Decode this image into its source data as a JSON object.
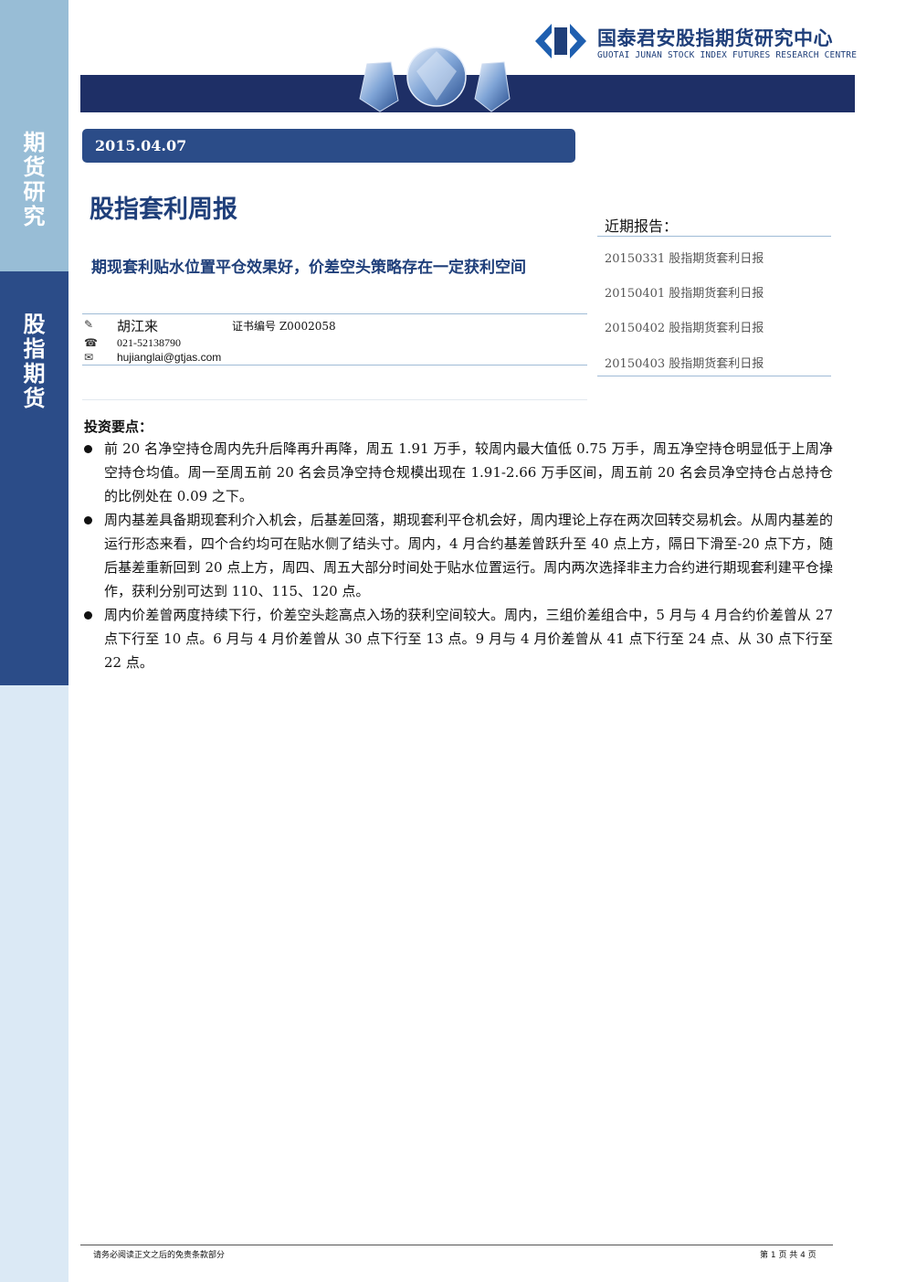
{
  "sidebar": {
    "top_label": [
      "期",
      "货",
      "研",
      "究"
    ],
    "mid_label": [
      "股",
      "指",
      "期",
      "货"
    ]
  },
  "header": {
    "org_cn": "国泰君安股指期货研究中心",
    "org_en": "GUOTAI JUNAN STOCK INDEX FUTURES RESEARCH CENTRE",
    "colors": {
      "brand": "#1f3f7a",
      "banner": "#1e2f66",
      "accent": "#2b4c88"
    }
  },
  "report": {
    "date": "2015.04.07",
    "title": "股指套利周报",
    "subtitle": "期现套利贴水位置平仓效果好，价差空头策略存在一定获利空间"
  },
  "author": {
    "name": "胡江来",
    "cert_label": "证书编号",
    "cert_no": "Z0002058",
    "phone": "021-52138790",
    "email": "hujianglai@gtjas.com",
    "icons": {
      "name": "pen-icon",
      "phone": "phone-icon",
      "email": "envelope-icon"
    }
  },
  "recent": {
    "title": "近期报告：",
    "items": [
      "20150331 股指期货套利日报",
      "20150401 股指期货套利日报",
      "20150402 股指期货套利日报",
      "20150403 股指期货套利日报"
    ]
  },
  "summary": {
    "heading": "投资要点：",
    "bullets": [
      "前 20 名净空持仓周内先升后降再升再降，周五 1.91 万手，较周内最大值低 0.75 万手，周五净空持仓明显低于上周净空持仓均值。周一至周五前 20 名会员净空持仓规模出现在 1.91-2.66 万手区间，周五前 20 名会员净空持仓占总持仓的比例处在 0.09 之下。",
      "周内基差具备期现套利介入机会，后基差回落，期现套利平仓机会好，周内理论上存在两次回转交易机会。从周内基差的运行形态来看，四个合约均可在贴水侧了结头寸。周内，4 月合约基差曾跃升至 40 点上方，隔日下滑至-20 点下方，随后基差重新回到 20 点上方，周四、周五大部分时间处于贴水位置运行。周内两次选择非主力合约进行期现套利建平仓操作，获利分别可达到 110、115、120 点。",
      "周内价差曾两度持续下行，价差空头趁高点入场的获利空间较大。周内，三组价差组合中，5 月与 4 月合约价差曾从 27 点下行至 10 点。6 月与 4 月价差曾从 30 点下行至 13 点。9 月与 4 月价差曾从 41 点下行至 24 点、从 30 点下行至 22 点。"
    ]
  },
  "footer": {
    "disclaimer": "请务必阅读正文之后的免责条款部分",
    "page": "第 1 页 共 4 页"
  }
}
